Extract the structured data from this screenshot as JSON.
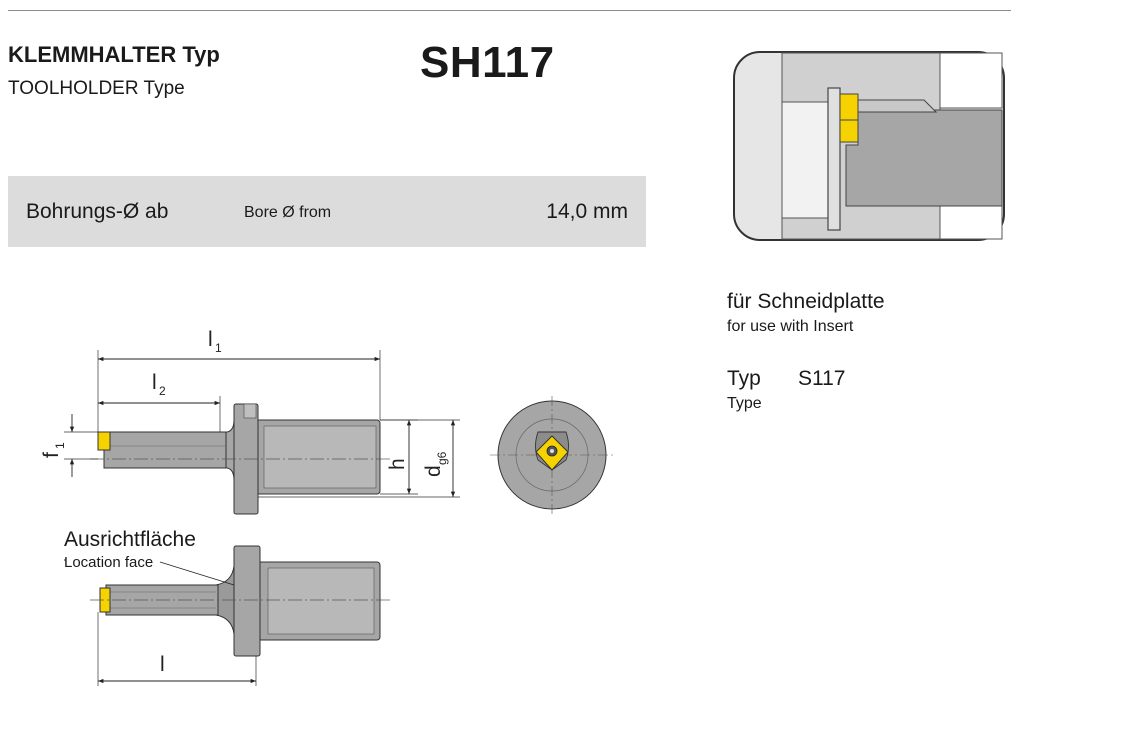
{
  "header": {
    "title_de": "KLEMMHALTER Typ",
    "title_en": "TOOLHOLDER Type",
    "model": "SH117"
  },
  "bore": {
    "label_de": "Bohrungs-Ø ab",
    "label_en": "Bore Ø from",
    "value": "14,0 mm"
  },
  "insert": {
    "label_de": "für Schneidplatte",
    "label_en": "for use with Insert",
    "type_label_de": "Typ",
    "type_value": "S117",
    "type_label_en": "Type"
  },
  "drawing": {
    "location_face_de": "Ausrichtfläche",
    "location_face_en": "Location face",
    "dims": {
      "l1": "l",
      "l1_sub": "1",
      "l2": "l",
      "l2_sub": "2",
      "f1": "f",
      "f1_sub": "1",
      "h": "h",
      "d": "d",
      "d_sub": "g6",
      "l": "l"
    }
  },
  "colors": {
    "insert_yellow": "#f5d200",
    "body_gray": "#a6a6a6",
    "bar_gray": "#dcdcdc"
  }
}
